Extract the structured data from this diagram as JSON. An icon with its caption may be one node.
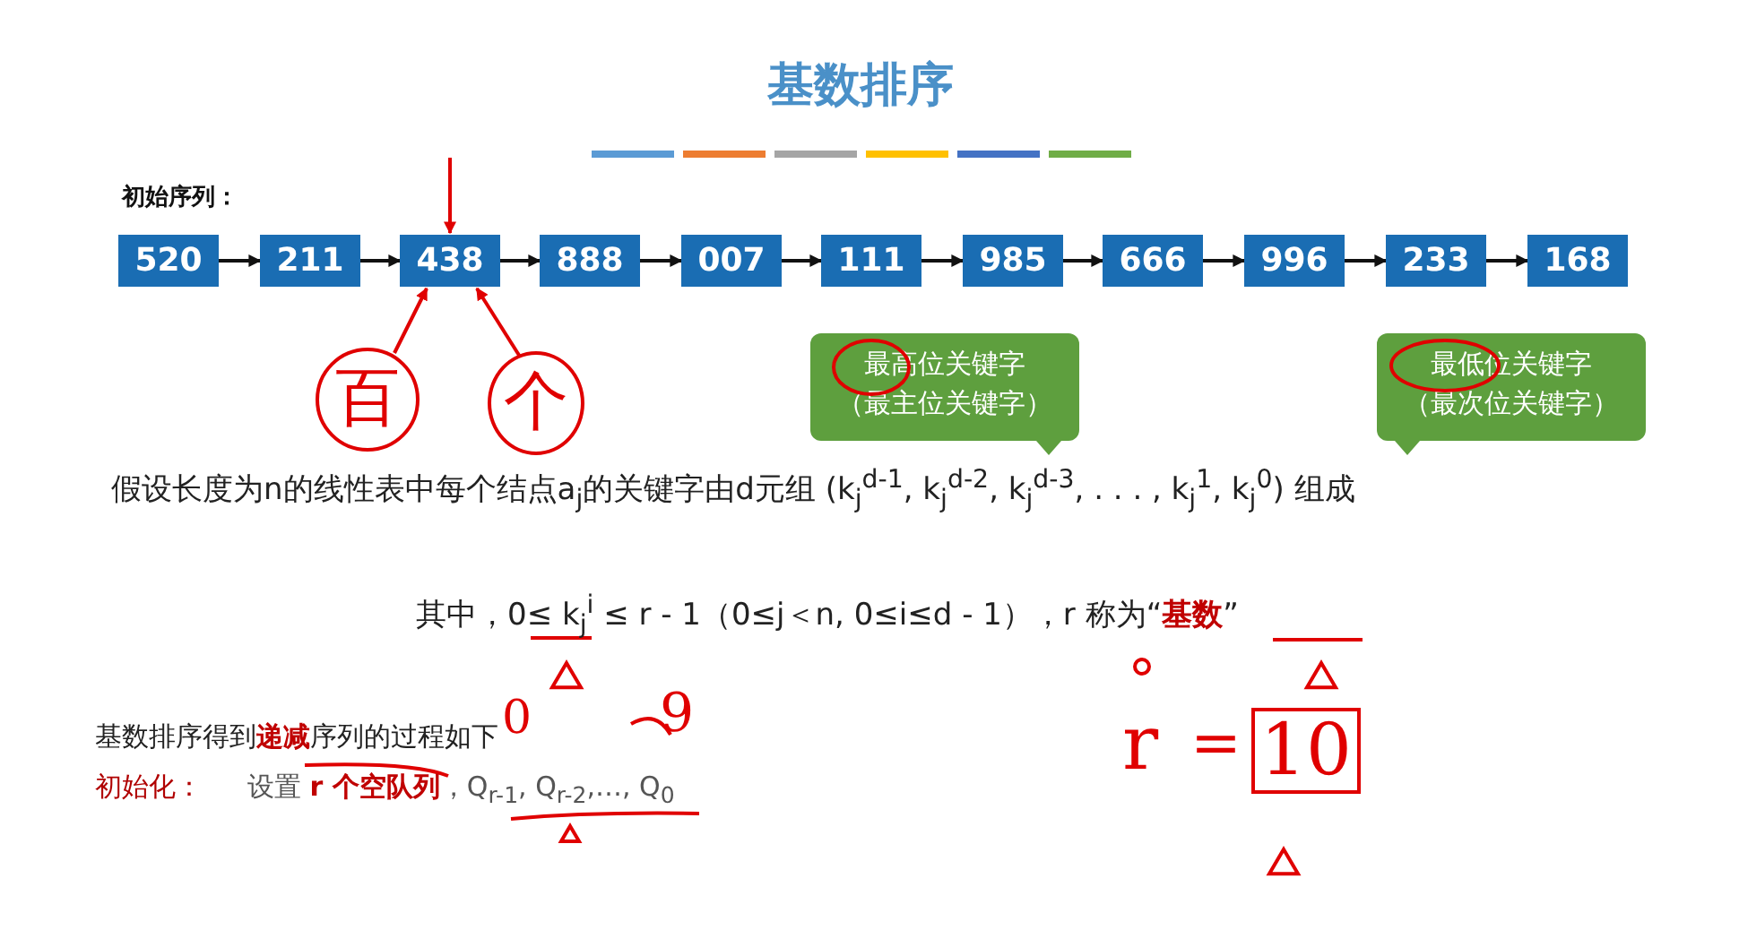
{
  "diagram": {
    "title": "基数排序",
    "nodes": [
      {
        "text": [
          "520"
        ]
      },
      {
        "text": [
          "211"
        ]
      },
      {
        "text": [
          "438"
        ]
      },
      {
        "text": [
          "888"
        ]
      },
      {
        "text": [
          "007"
        ]
      },
      {
        "text": [
          "111"
        ]
      },
      {
        "text": [
          "985"
        ]
      },
      {
        "text": [
          "666"
        ]
      },
      {
        "text": [
          "996"
        ]
      },
      {
        "text": [
          "233"
        ]
      },
      {
        "text": [
          "168"
        ]
      },
      {
        "text": [
          "最高位关键字",
          "（最主位关键字）"
        ]
      },
      {
        "text": [
          "最低位关键字",
          "（最次位关键字）"
        ]
      },
      {
        "text": [
          "百"
        ]
      },
      {
        "text": [
          "个"
        ]
      }
    ],
    "edges": [
      {
        "from": 0,
        "to": 1,
        "arrow": "to"
      },
      {
        "from": 1,
        "to": 2,
        "arrow": "to"
      },
      {
        "from": 2,
        "to": 3,
        "arrow": "to"
      },
      {
        "from": 3,
        "to": 4,
        "arrow": "to"
      },
      {
        "from": 4,
        "to": 5,
        "arrow": "to"
      },
      {
        "from": 5,
        "to": 6,
        "arrow": "to"
      },
      {
        "from": 6,
        "to": 7,
        "arrow": "to"
      },
      {
        "from": 7,
        "to": 8,
        "arrow": "to"
      },
      {
        "from": 8,
        "to": 9,
        "arrow": "to"
      },
      {
        "from": 9,
        "to": 10,
        "arrow": "to"
      },
      {
        "from": null,
        "to": 2,
        "arrow": "to",
        "color": "#e00000"
      },
      {
        "from": 13,
        "to": 2,
        "arrow": "to",
        "color": "#e00000"
      },
      {
        "from": 14,
        "to": 2,
        "arrow": "to",
        "color": "#e00000"
      }
    ],
    "labels": [
      "初始序列：",
      "假设长度为n的线性表中每个结点a$_{j}$的关键字由d元组 (k$_{j}$$^{d-1}$, k$_{j}$$^{d-2}$, k$_{j}$$^{d-3}$, . . . , k$_{j}$$^{1}$, k$_{j}$$^{0}$) 组成",
      "其中，0≤ k$_{j}$$^{i}$ ≤ r - 1（0≤j＜n, 0≤i≤d - 1），r 称为“**基数**”",
      "基数排序得到**递减**序列的过程如下",
      "初始化：",
      "设置 **r 个空队列**，Q$_{r-1}$, Q$_{r-2}$,…, Q$_{0}$",
      "0",
      "9",
      "r",
      "=",
      "10"
    ]
  }
}
